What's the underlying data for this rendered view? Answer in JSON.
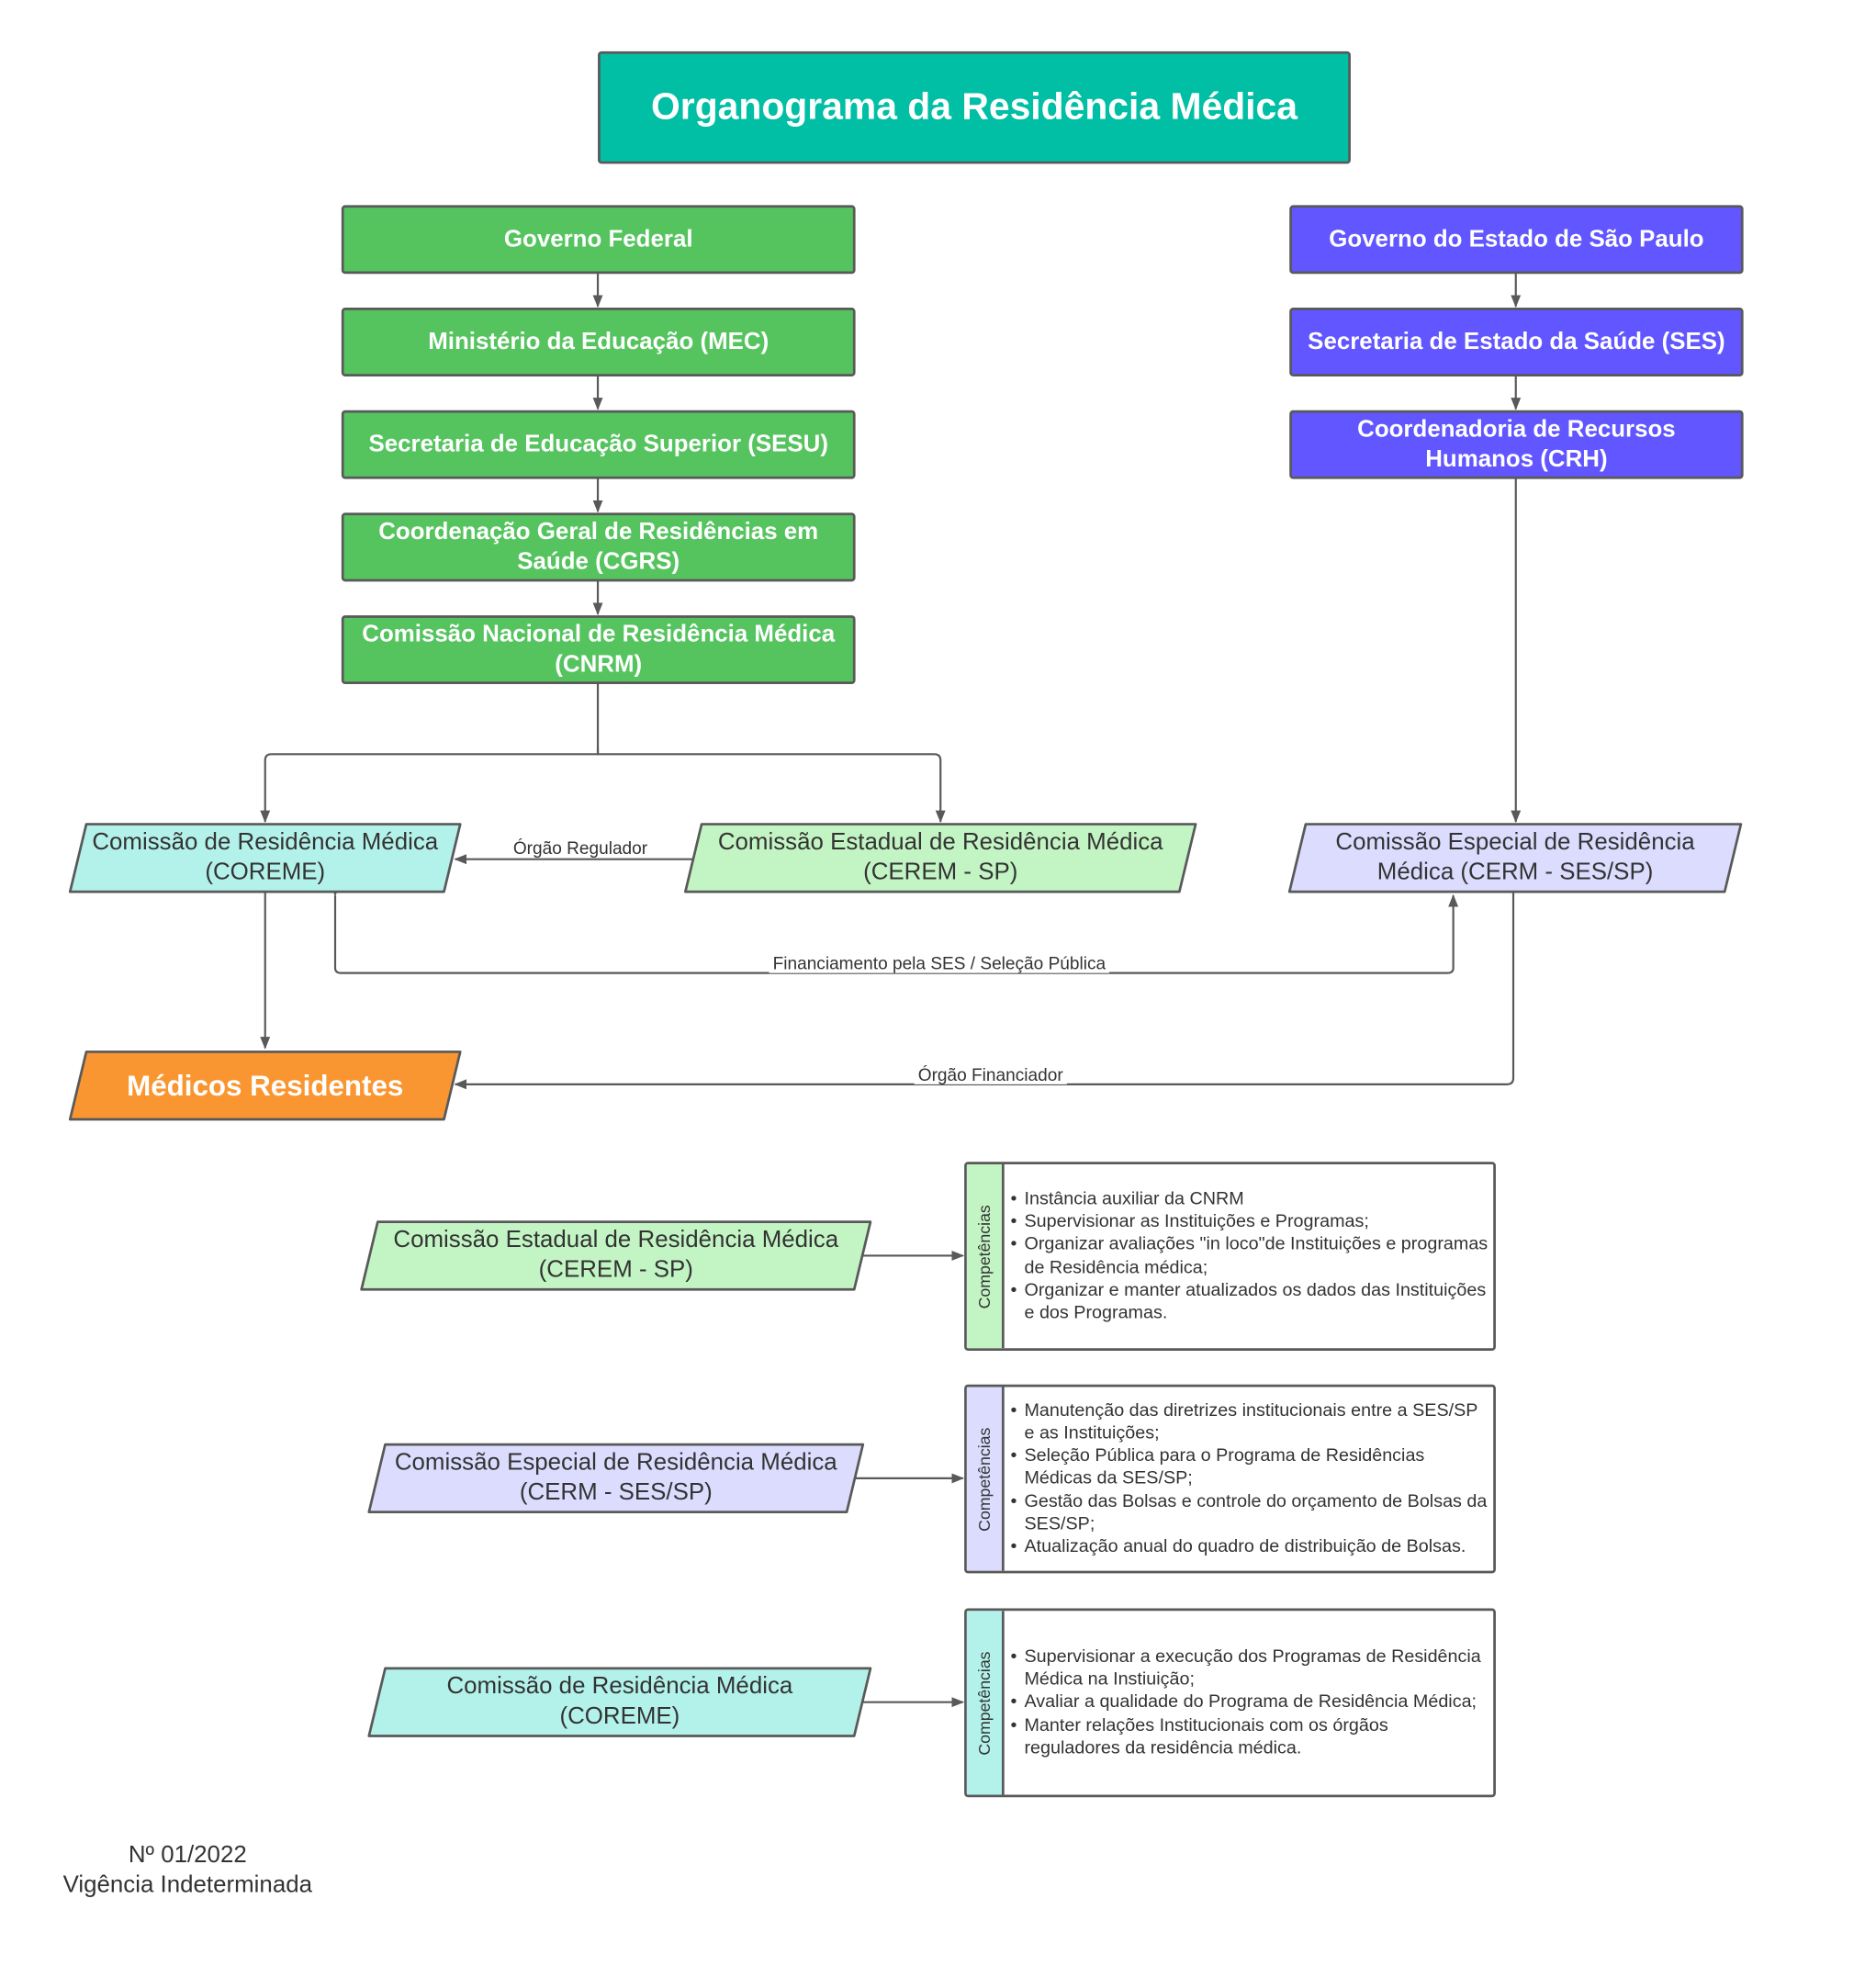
{
  "colors": {
    "title": "#00bfa5",
    "federal": "#55c45f",
    "state": "#6156ff",
    "coreme": "#b3f2ea",
    "cerem": "#c3f5c4",
    "cerm": "#dcdcff",
    "residentes": "#fa9632",
    "line": "#595959"
  },
  "title": "Organograma da Residência Médica",
  "federal_chain": [
    "Governo Federal",
    "Ministério da Educação (MEC)",
    "Secretaria de Educação Superior (SESU)",
    "Coordenação Geral de Residências em Saúde (CGRS)",
    "Comissão Nacional de Residência Médica (CNRM)"
  ],
  "state_chain": [
    "Governo do Estado de São Paulo",
    "Secretaria de Estado da Saúde (SES)",
    "Coordenadoria de Recursos Humanos (CRH)"
  ],
  "nodes": {
    "coreme": "Comissão de Residência Médica (COREME)",
    "cerem": "Comissão Estadual de Residência Médica (CEREM - SP)",
    "cerm": "Comissão Especial de Residência Médica (CERM - SES/SP)",
    "residentes": "Médicos Residentes"
  },
  "edge_labels": {
    "regulador": "Órgão Regulador",
    "financiamento": "Financiamento pela SES / Seleção Pública",
    "financiador": "Órgão Financiador"
  },
  "competencias": [
    {
      "source": "Comissão Estadual de Residência Médica (CEREM - SP)",
      "label": "Competências",
      "items": [
        "Instância auxiliar da CNRM",
        "Supervisionar as Instituições e Programas;",
        "Organizar avaliações \"in loco\"de Instituições e programas de Residência médica;",
        "Organizar e manter atualizados os dados das Instituições e dos Programas."
      ]
    },
    {
      "source": "Comissão Especial de Residência Médica (CERM - SES/SP)",
      "label": "Competências",
      "items": [
        "Manutenção das diretrizes institucionais entre a SES/SP e as Instituições;",
        "Seleção Pública para o Programa de Residências Médicas da SES/SP;",
        "Gestão das Bolsas e controle do orçamento de Bolsas da SES/SP;",
        "Atualização anual do quadro de distribuição de Bolsas."
      ]
    },
    {
      "source": "Comissão de Residência Médica (COREME)",
      "label": "Competências",
      "items": [
        "Supervisionar a execução dos Programas de Residência Médica na Instiuição;",
        "Avaliar a qualidade do Programa de Residência Médica;",
        "Manter relações Institucionais com os órgãos reguladores da residência médica."
      ]
    }
  ],
  "footer": {
    "number": "Nº 01/2022",
    "validity": "Vigência Indeterminada"
  }
}
